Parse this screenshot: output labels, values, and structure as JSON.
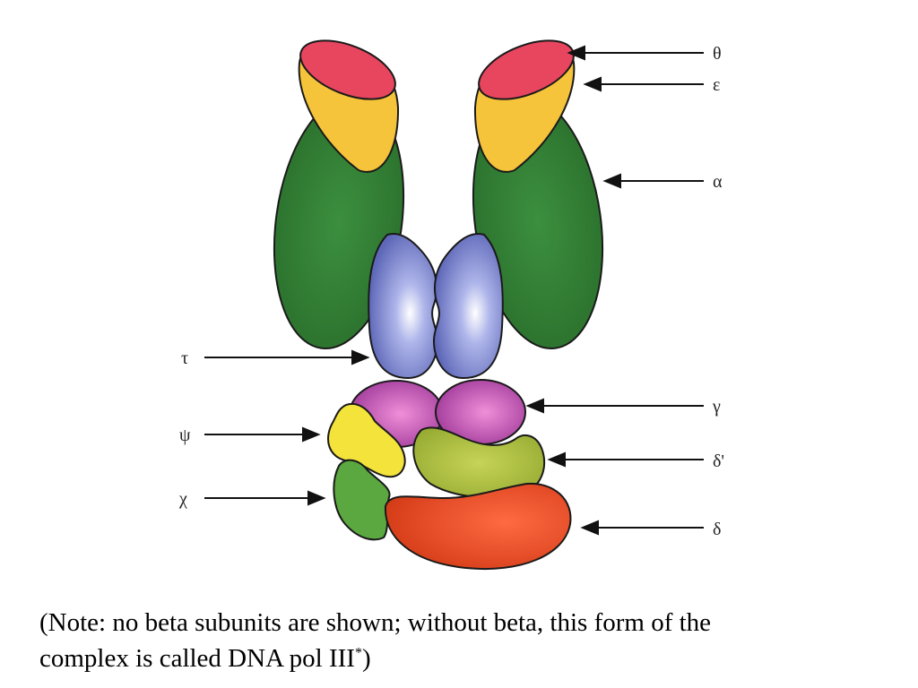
{
  "labels": {
    "theta": "θ",
    "epsilon": "ε",
    "alpha": "α",
    "tau": "τ",
    "psi": "ψ",
    "gamma": "γ",
    "delta_prime": "δ'",
    "chi": "χ",
    "delta": "δ"
  },
  "colors": {
    "theta": "#e8455f",
    "epsilon": "#f6c43a",
    "alpha": "#2f7d32",
    "tau": "#6f79c4",
    "gamma": "#b24aa6",
    "psi": "#f3e33a",
    "delta_prime": "#a9bb3c",
    "chi": "#5aa83f",
    "delta": "#e2421f"
  },
  "caption": {
    "line1": "(Note: no beta subunits are shown; without beta, this form of the",
    "line2_main": "complex is called DNA pol III",
    "line2_sup": "*",
    "line2_end": ")"
  }
}
